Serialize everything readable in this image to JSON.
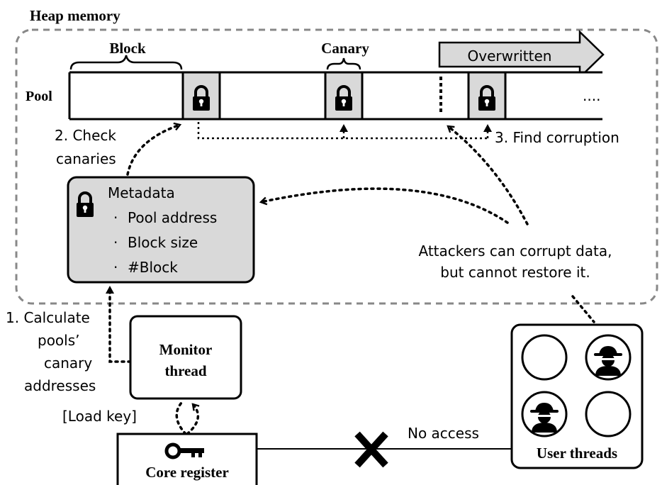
{
  "heap": {
    "title": "Heap memory"
  },
  "pool": {
    "label": "Pool",
    "block_label": "Block",
    "canary_label": "Canary",
    "overwritten_label": "Overwritten",
    "ellipsis": "...."
  },
  "steps": {
    "check_line1": "2. Check",
    "check_line2": "canaries",
    "find": "3. Find corruption",
    "calc_line1": "1. Calculate",
    "calc_line2": "pools’",
    "calc_line3": "canary",
    "calc_line4": "addresses",
    "load_key": "[Load key]"
  },
  "metadata": {
    "title": "Metadata",
    "items": [
      "Pool address",
      "Block size",
      "#Block"
    ],
    "bullet": "·"
  },
  "attackers": {
    "line1": "Attackers can corrupt data,",
    "line2": "but cannot restore it."
  },
  "monitor": {
    "line1": "Monitor",
    "line2": "thread"
  },
  "core": {
    "label": "Core register"
  },
  "no_access": "No access",
  "user_threads": {
    "label": "User threads"
  },
  "colors": {
    "canary_fill": "#d9d9d9",
    "metadata_fill": "#d9d9d9",
    "dashed_border": "#888888",
    "ink": "#000000"
  }
}
